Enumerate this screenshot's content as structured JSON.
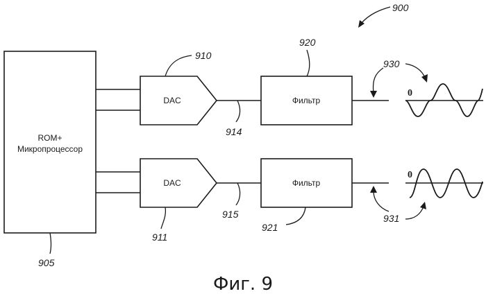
{
  "blocks": {
    "processor_line1": "ROM+",
    "processor_line2": "Микропроцессор",
    "dac_top": "DAC",
    "dac_bottom": "DAC",
    "filter_top": "Фильтр",
    "filter_bottom": "Фильтр"
  },
  "refs": {
    "r900": "900",
    "r905": "905",
    "r910": "910",
    "r911": "911",
    "r914": "914",
    "r915": "915",
    "r920": "920",
    "r921": "921",
    "r930": "930",
    "r931": "931"
  },
  "waveform_zero": {
    "top": "0",
    "bottom": "0"
  },
  "caption": "Фиг. 9"
}
